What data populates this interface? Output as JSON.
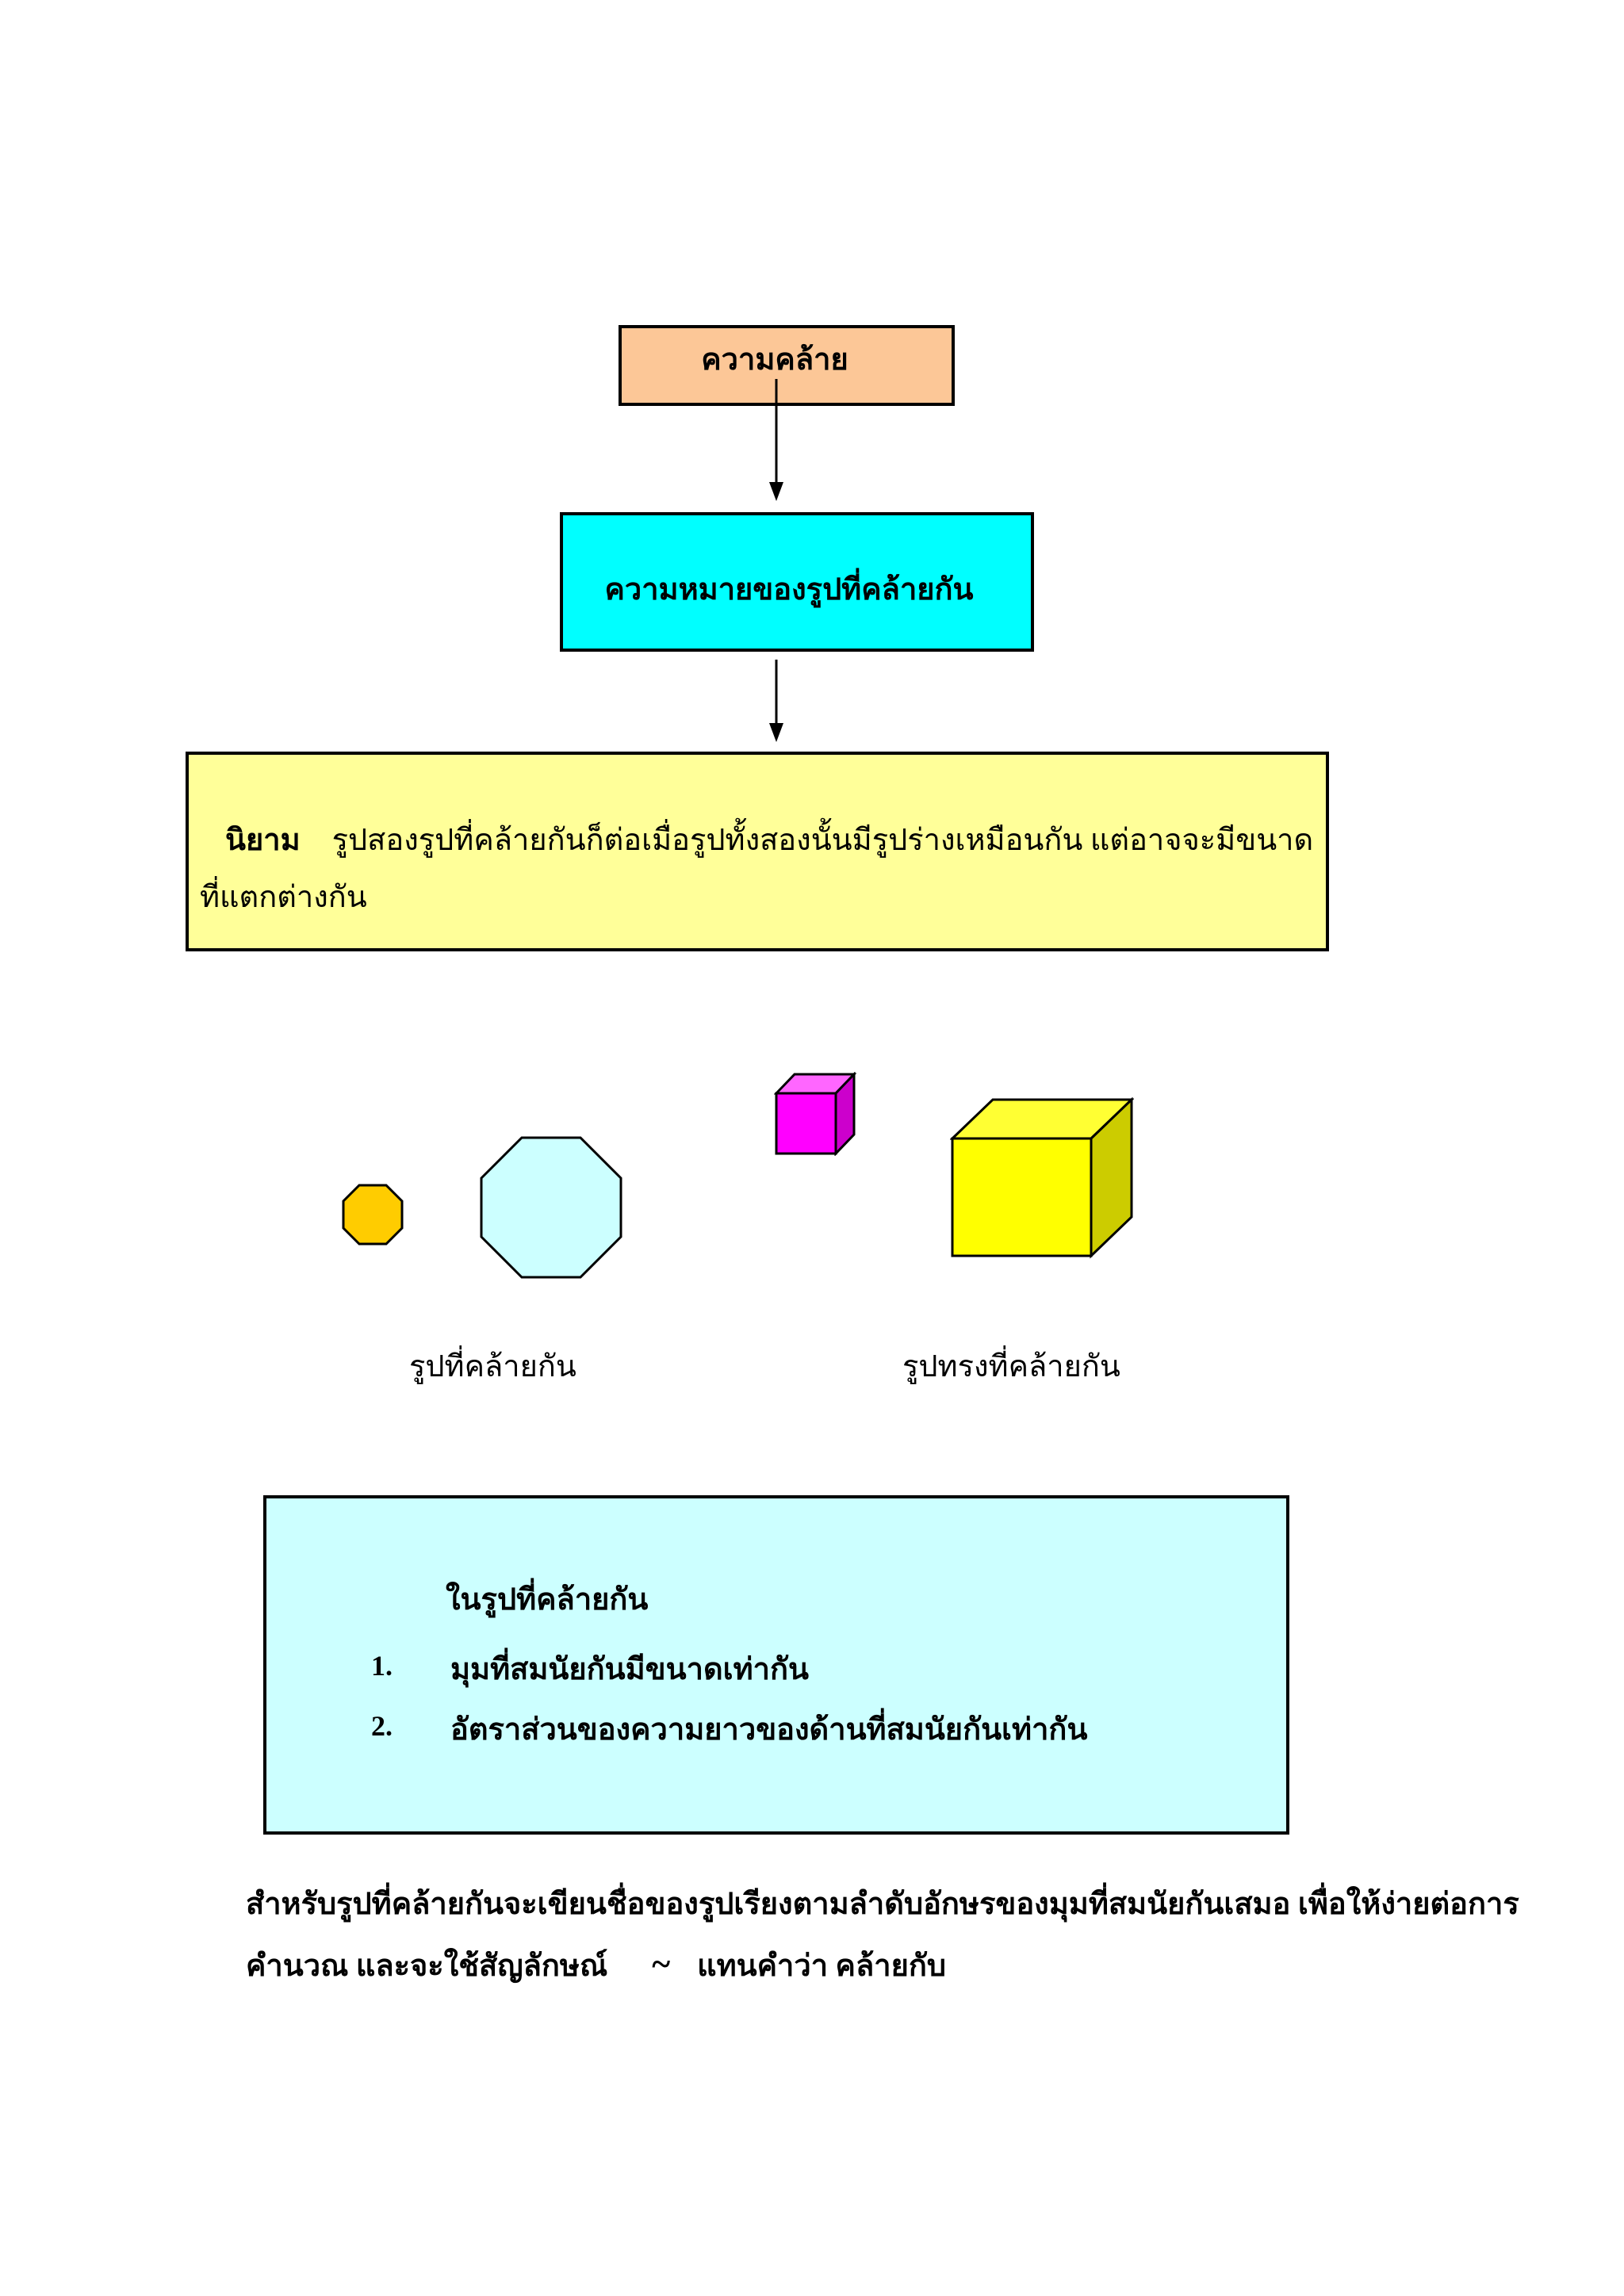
{
  "flow": {
    "title": "ความคล้าย",
    "meaning": "ความหมายของรูปที่คล้ายกัน"
  },
  "definition": {
    "term": "นิยาม",
    "line1": "รูปสองรูปที่คล้ายกันก็ต่อเมื่อรูปทั้งสองนั้นมีรูปร่างเหมือนกัน แต่อาจจะมีขนาด",
    "line2": "ที่แตกต่างกัน"
  },
  "figures": {
    "similar_shapes_caption": "รูปที่คล้ายกัน",
    "similar_solids_caption": "รูปทรงที่คล้ายกัน",
    "colors": {
      "small_octagon": "#ffcc00",
      "large_octagon": "#ccffff",
      "small_cube": "#ff00ff",
      "large_cube": "#ffff00"
    }
  },
  "properties": {
    "heading": "ในรูปที่คล้ายกัน",
    "items": [
      {
        "num": "1.",
        "text": "มุมที่สมนัยกันมีขนาดเท่ากัน"
      },
      {
        "num": "2.",
        "text": "อัตราส่วนของความยาวของด้านที่สมนัยกันเท่ากัน"
      }
    ]
  },
  "note": {
    "line1": "สำหรับรูปที่คล้ายกันจะเขียนชื่อของรูปเรียงตามลำดับอักษรของมุมที่สมนัยกันเสมอ เพื่อให้ง่ายต่อการ",
    "line2_before": "คำนวณ และจะใช้สัญลักษณ์",
    "symbol": "~",
    "line2_after": "แทนคำว่า คล้ายกับ"
  }
}
